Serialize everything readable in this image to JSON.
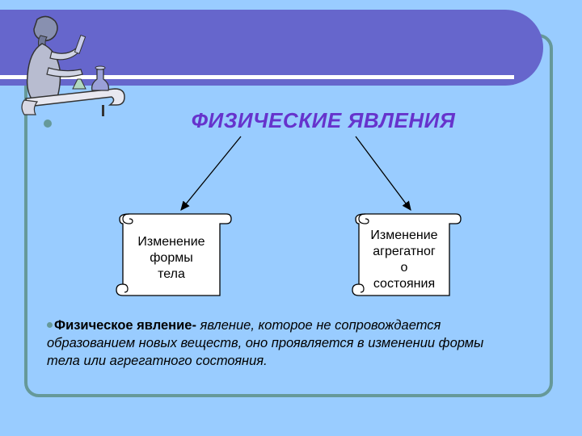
{
  "slide": {
    "title": "ФИЗИЧЕСКИЕ ЯВЛЕНИЯ",
    "boxes": [
      {
        "label": "Изменение\nформы\nтела"
      },
      {
        "label": "Изменение\nагрегатног\nо\nсостояния"
      }
    ],
    "definition": {
      "term": "Физическое явление-",
      "text": " явление, которое не сопровождается образованием новых веществ, оно проявляется в изменении формы тела или агрегатного состояния."
    }
  },
  "colors": {
    "background": "#99ccff",
    "banner": "#6666cc",
    "frame": "#669999",
    "title": "#6633cc"
  },
  "icons": [
    "chemist-figure-icon",
    "flask-icon",
    "scroll-icon",
    "arrow-icon",
    "bullet-icon"
  ]
}
